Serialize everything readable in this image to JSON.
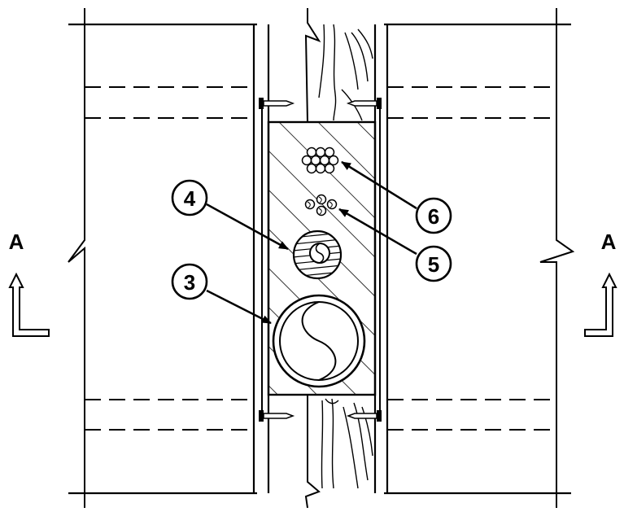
{
  "callouts": [
    {
      "label": "3",
      "target": "large-cable-bundle"
    },
    {
      "label": "4",
      "target": "small-conduit"
    },
    {
      "label": "5",
      "target": "small-wire-group"
    },
    {
      "label": "6",
      "target": "cable-cluster"
    }
  ],
  "section_marks": {
    "left": "A",
    "right": "A"
  },
  "colors": {
    "line": "#000000",
    "background": "#ffffff"
  }
}
